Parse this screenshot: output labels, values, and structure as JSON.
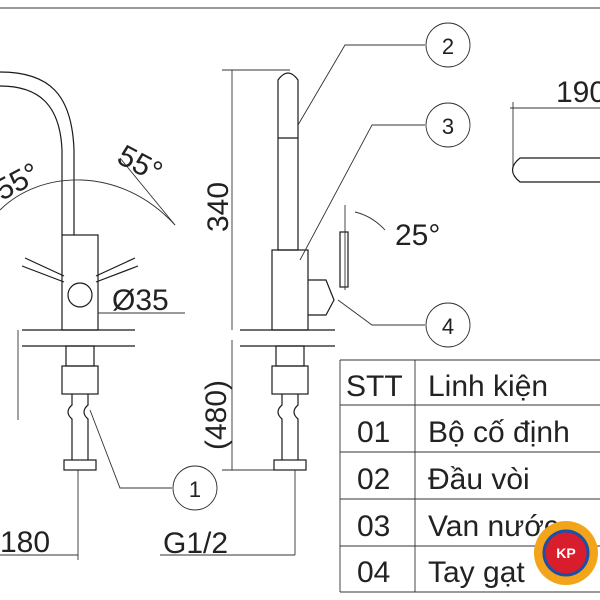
{
  "dimensions": {
    "height": "340",
    "under_counter": "(480)",
    "angle_left": "55°",
    "angle_right": "55°",
    "diameter": "Ø35",
    "spout_reach": "190",
    "left_dim": "180",
    "handle_angle": "25°",
    "thread": "G1/2"
  },
  "callouts": [
    "1",
    "2",
    "3",
    "4"
  ],
  "table": {
    "headers": [
      "STT",
      "Linh kiện"
    ],
    "rows": [
      [
        "01",
        "Bộ cố định"
      ],
      [
        "02",
        "Đầu vòi"
      ],
      [
        "03",
        "Van nước"
      ],
      [
        "04",
        "Tay gạt"
      ]
    ]
  },
  "logo": {
    "text": "KP",
    "colors": {
      "outer": "#f2a51a",
      "inner": "#d81e2c",
      "ring": "#1d4fa8"
    }
  }
}
